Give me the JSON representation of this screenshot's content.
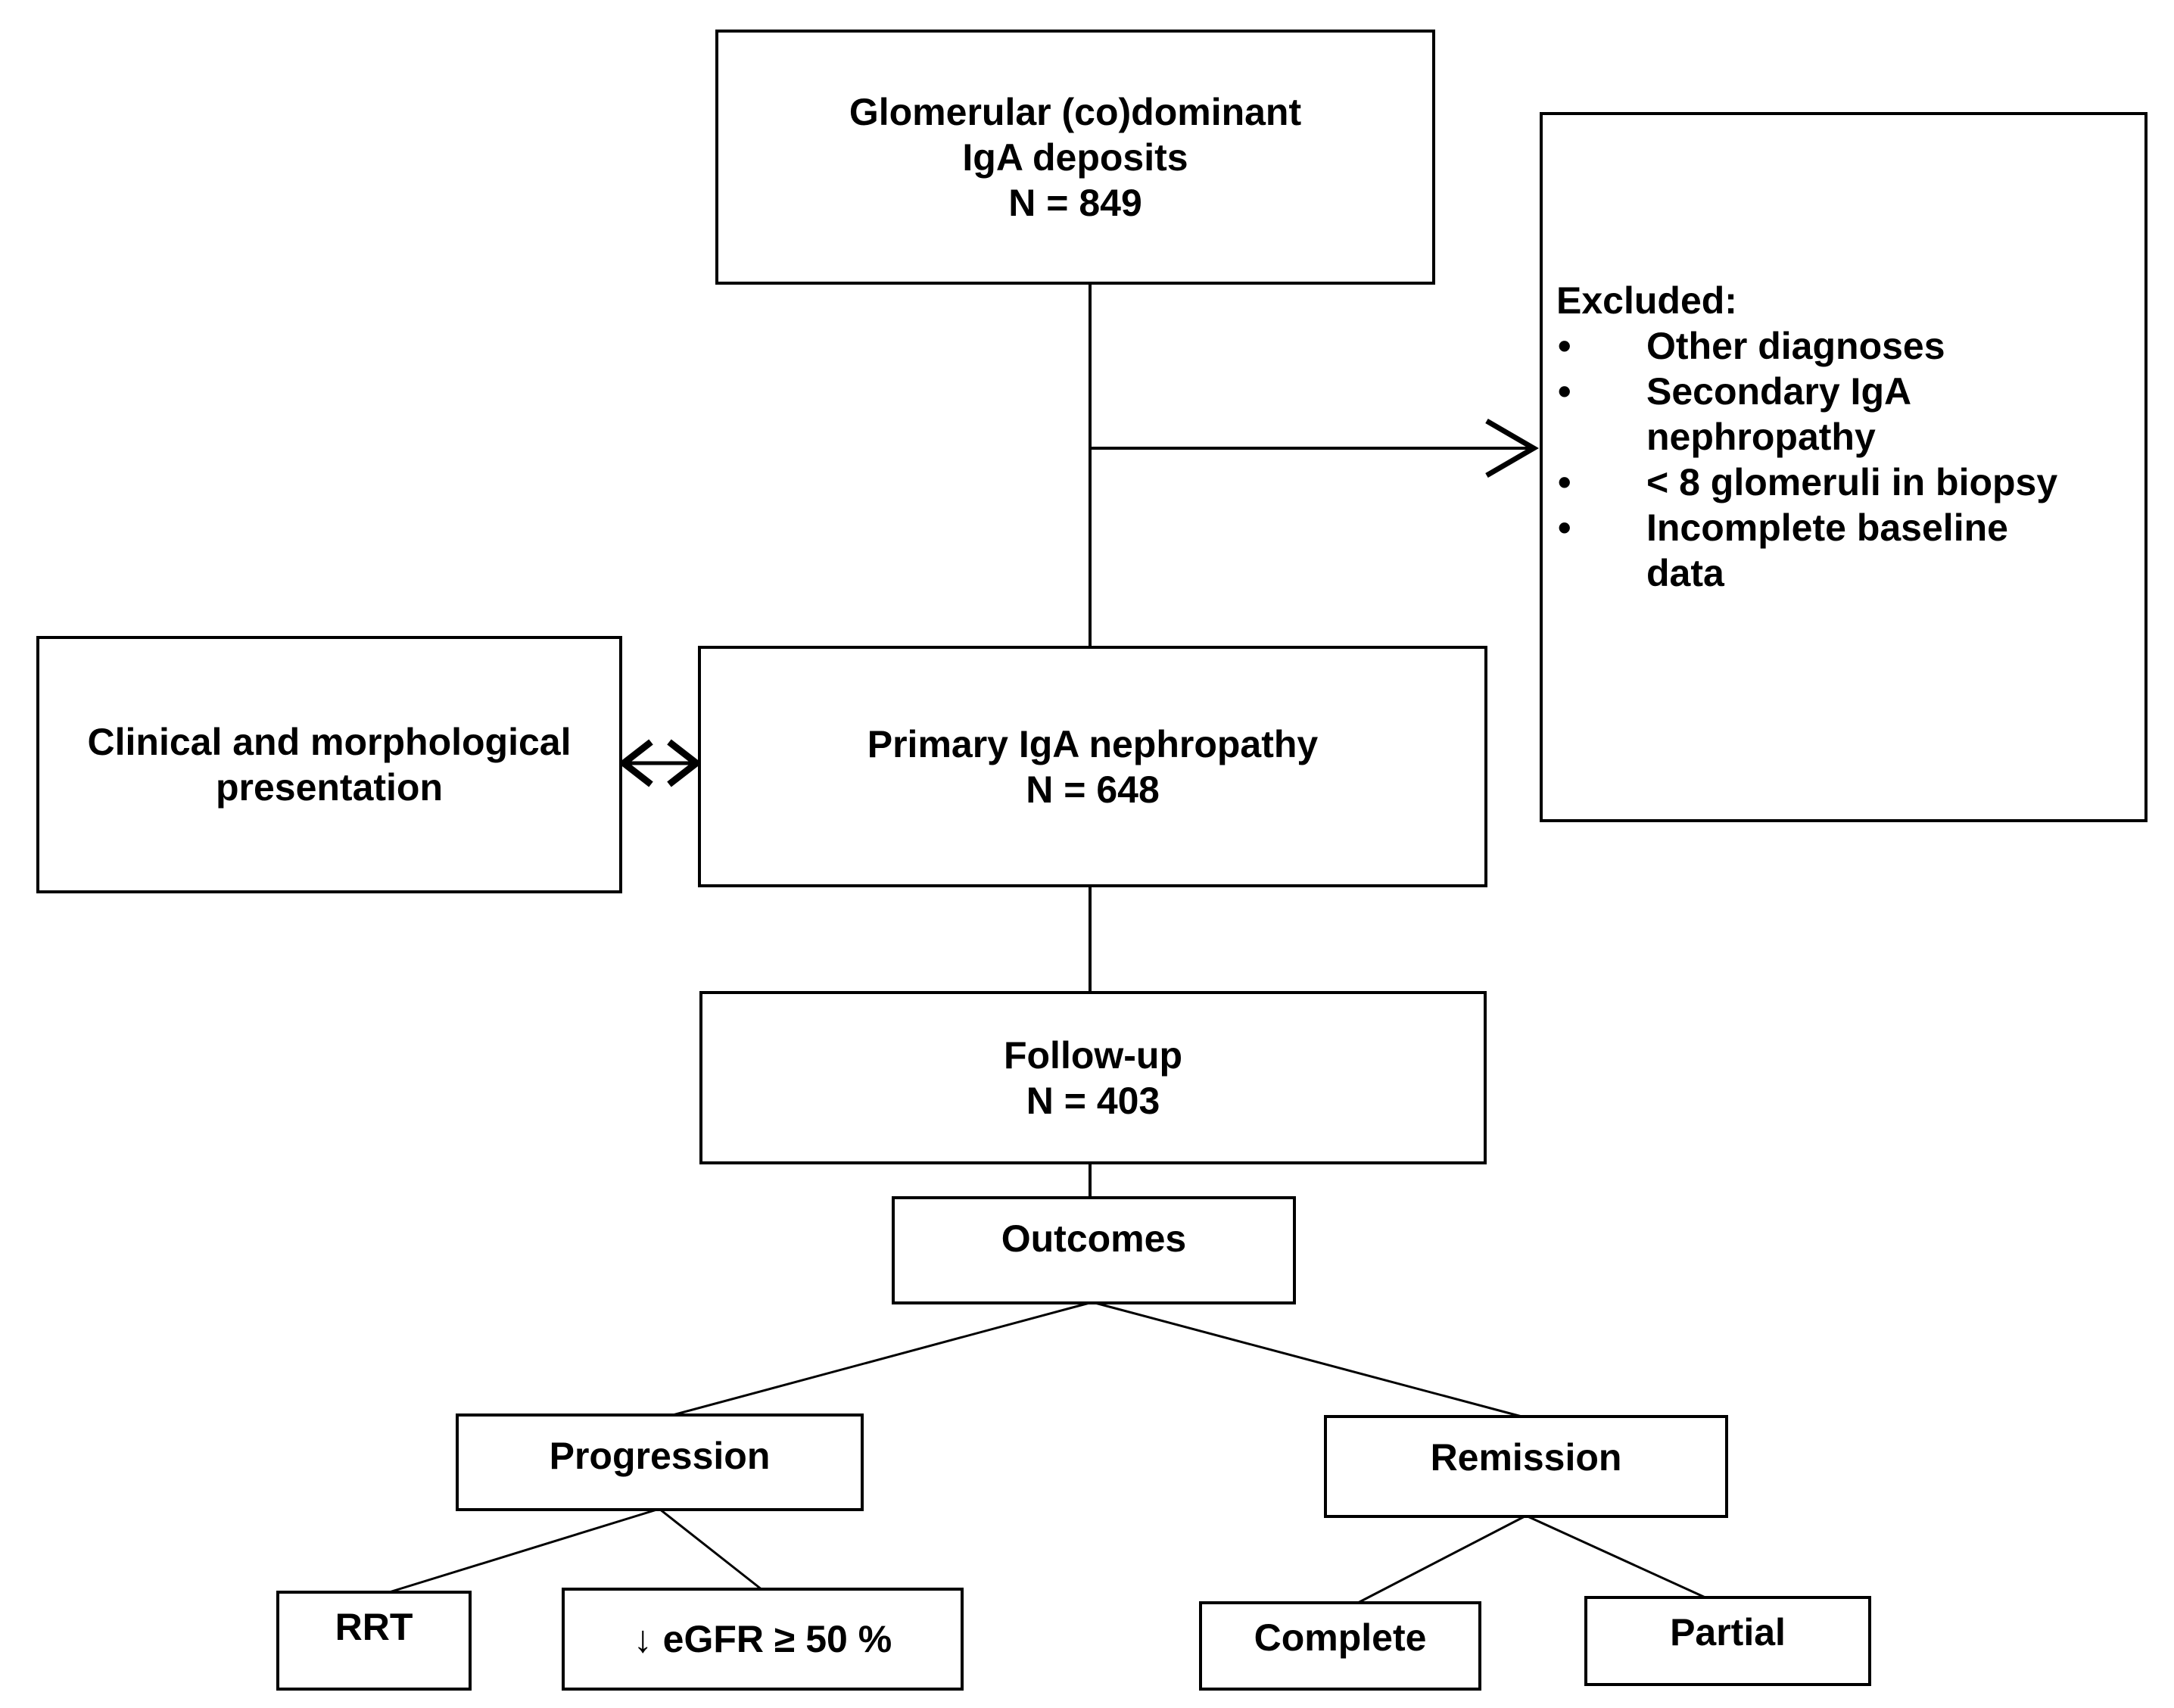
{
  "nodes": {
    "glomerular": {
      "label": "Glomerular (co)dominant\nIgA deposits\nN = 849"
    },
    "excluded": {
      "heading": "Excluded:",
      "items": [
        "Other diagnoses",
        "Secondary IgA\nnephropathy",
        "< 8 glomeruli in biopsy",
        "Incomplete baseline\ndata"
      ]
    },
    "clinical": {
      "label": "Clinical and morphological\npresentation"
    },
    "primary": {
      "label": "Primary IgA nephropathy\nN = 648"
    },
    "followup": {
      "label": "Follow-up\nN = 403"
    },
    "outcomes": {
      "label": "Outcomes"
    },
    "progression": {
      "label": "Progression"
    },
    "remission": {
      "label": "Remission"
    },
    "rrt": {
      "label": "RRT"
    },
    "egfr": {
      "label": "↓ eGFR ≥ 50 %"
    },
    "complete": {
      "label": "Complete"
    },
    "partial": {
      "label": "Partial"
    }
  },
  "colors": {
    "line": "#000000",
    "text": "#000000",
    "background": "#ffffff"
  }
}
